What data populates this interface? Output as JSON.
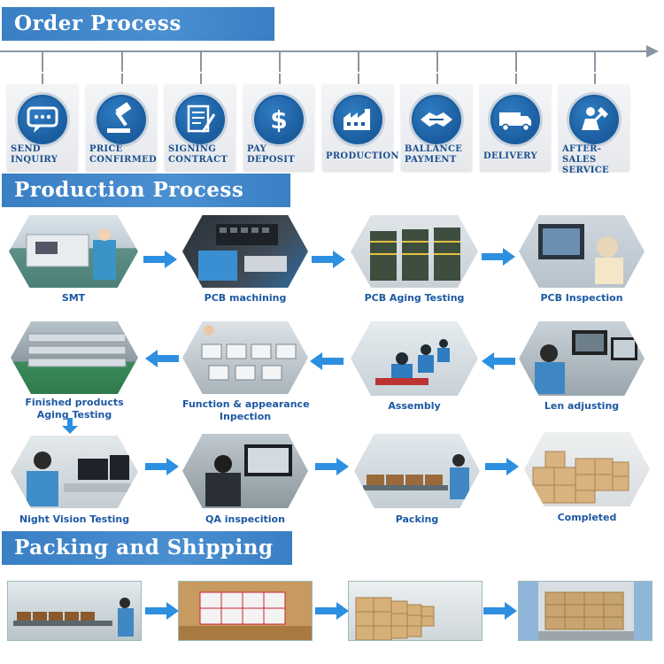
{
  "banners": {
    "order": "Order Process",
    "production": "Production Process",
    "packing": "Packing and Shipping"
  },
  "order_steps": [
    {
      "line1": "SEND",
      "line2": "INQUIRY",
      "icon": "chat-bubble-icon"
    },
    {
      "line1": "PRICE",
      "line2": "CONFIRMED",
      "icon": "gavel-icon"
    },
    {
      "line1": "SIGNING",
      "line2": "CONTRACT",
      "icon": "document-sign-icon"
    },
    {
      "line1": "PAY",
      "line2": "DEPOSIT",
      "icon": "dollar-icon"
    },
    {
      "line1": "PRODUCTION",
      "line2": "",
      "icon": "factory-icon"
    },
    {
      "line1": "BALLANCE",
      "line2": "PAYMENT",
      "icon": "handshake-icon"
    },
    {
      "line1": "DELIVERY",
      "line2": "",
      "icon": "truck-icon"
    },
    {
      "line1": "AFTER-SALES",
      "line2": "SERVICE",
      "icon": "support-icon"
    }
  ],
  "production_stages": {
    "smt": "SMT",
    "pcb_machining": "PCB machining",
    "pcb_aging": "PCB Aging Testing",
    "pcb_inspection": "PCB Inspection",
    "finished_aging_1": "Finished products",
    "finished_aging_2": "Aging Testing",
    "function_1": "Function & appearance",
    "function_2": "Inpection",
    "assembly": "Assembly",
    "len_adjusting": "Len adjusting",
    "night_vision": "Night Vision Testing",
    "qa": "QA inspecition",
    "packing": "Packing",
    "completed": "Completed"
  },
  "colors": {
    "banner": "#3a7fc4",
    "label": "#1c58a3",
    "arrow": "#2d8fe0",
    "icon_circle": "#1a5c9e"
  }
}
